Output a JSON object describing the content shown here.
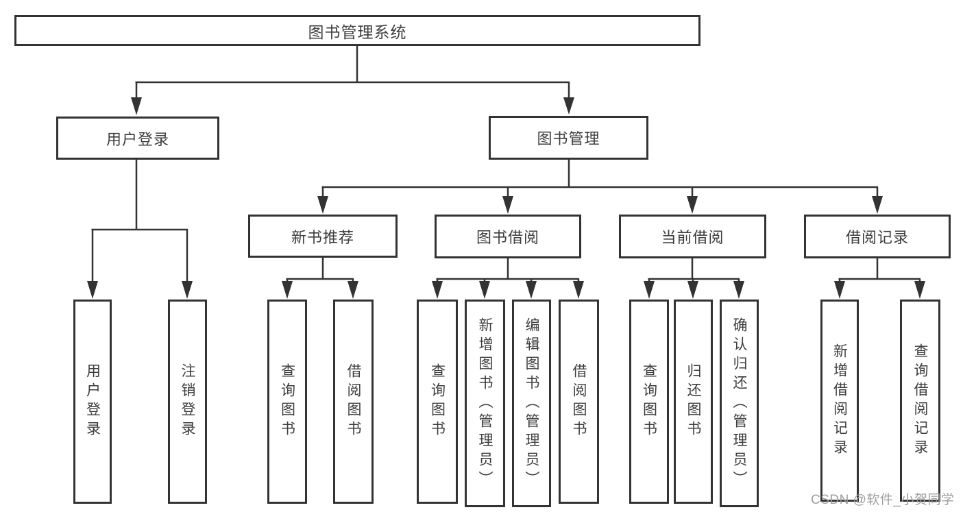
{
  "title": "图书管理系统",
  "watermark": "CSDN @软件_小贺同学",
  "colors": {
    "background": "#ffffff",
    "line": "#333333",
    "box_border": "#333333",
    "box_fill": "#ffffff",
    "text": "#3d3d3d",
    "watermark": "#9e9e9e"
  },
  "tree": {
    "label": "图书管理系统",
    "children": [
      {
        "label": "用户登录",
        "children": [
          {
            "label": "用户登录"
          },
          {
            "label": "注销登录"
          }
        ]
      },
      {
        "label": "图书管理",
        "children": [
          {
            "label": "新书推荐",
            "children": [
              {
                "label": "查询图书"
              },
              {
                "label": "借阅图书"
              }
            ]
          },
          {
            "label": "图书借阅",
            "children": [
              {
                "label": "查询图书"
              },
              {
                "label": "新增图书（管理员）"
              },
              {
                "label": "编辑图书（管理员）"
              },
              {
                "label": "借阅图书"
              }
            ]
          },
          {
            "label": "当前借阅",
            "children": [
              {
                "label": "查询图书"
              },
              {
                "label": "归还图书"
              },
              {
                "label": "确认归还（管理员）"
              }
            ]
          },
          {
            "label": "借阅记录",
            "children": [
              {
                "label": "新增借阅记录"
              },
              {
                "label": "查询借阅记录"
              }
            ]
          }
        ]
      }
    ]
  }
}
